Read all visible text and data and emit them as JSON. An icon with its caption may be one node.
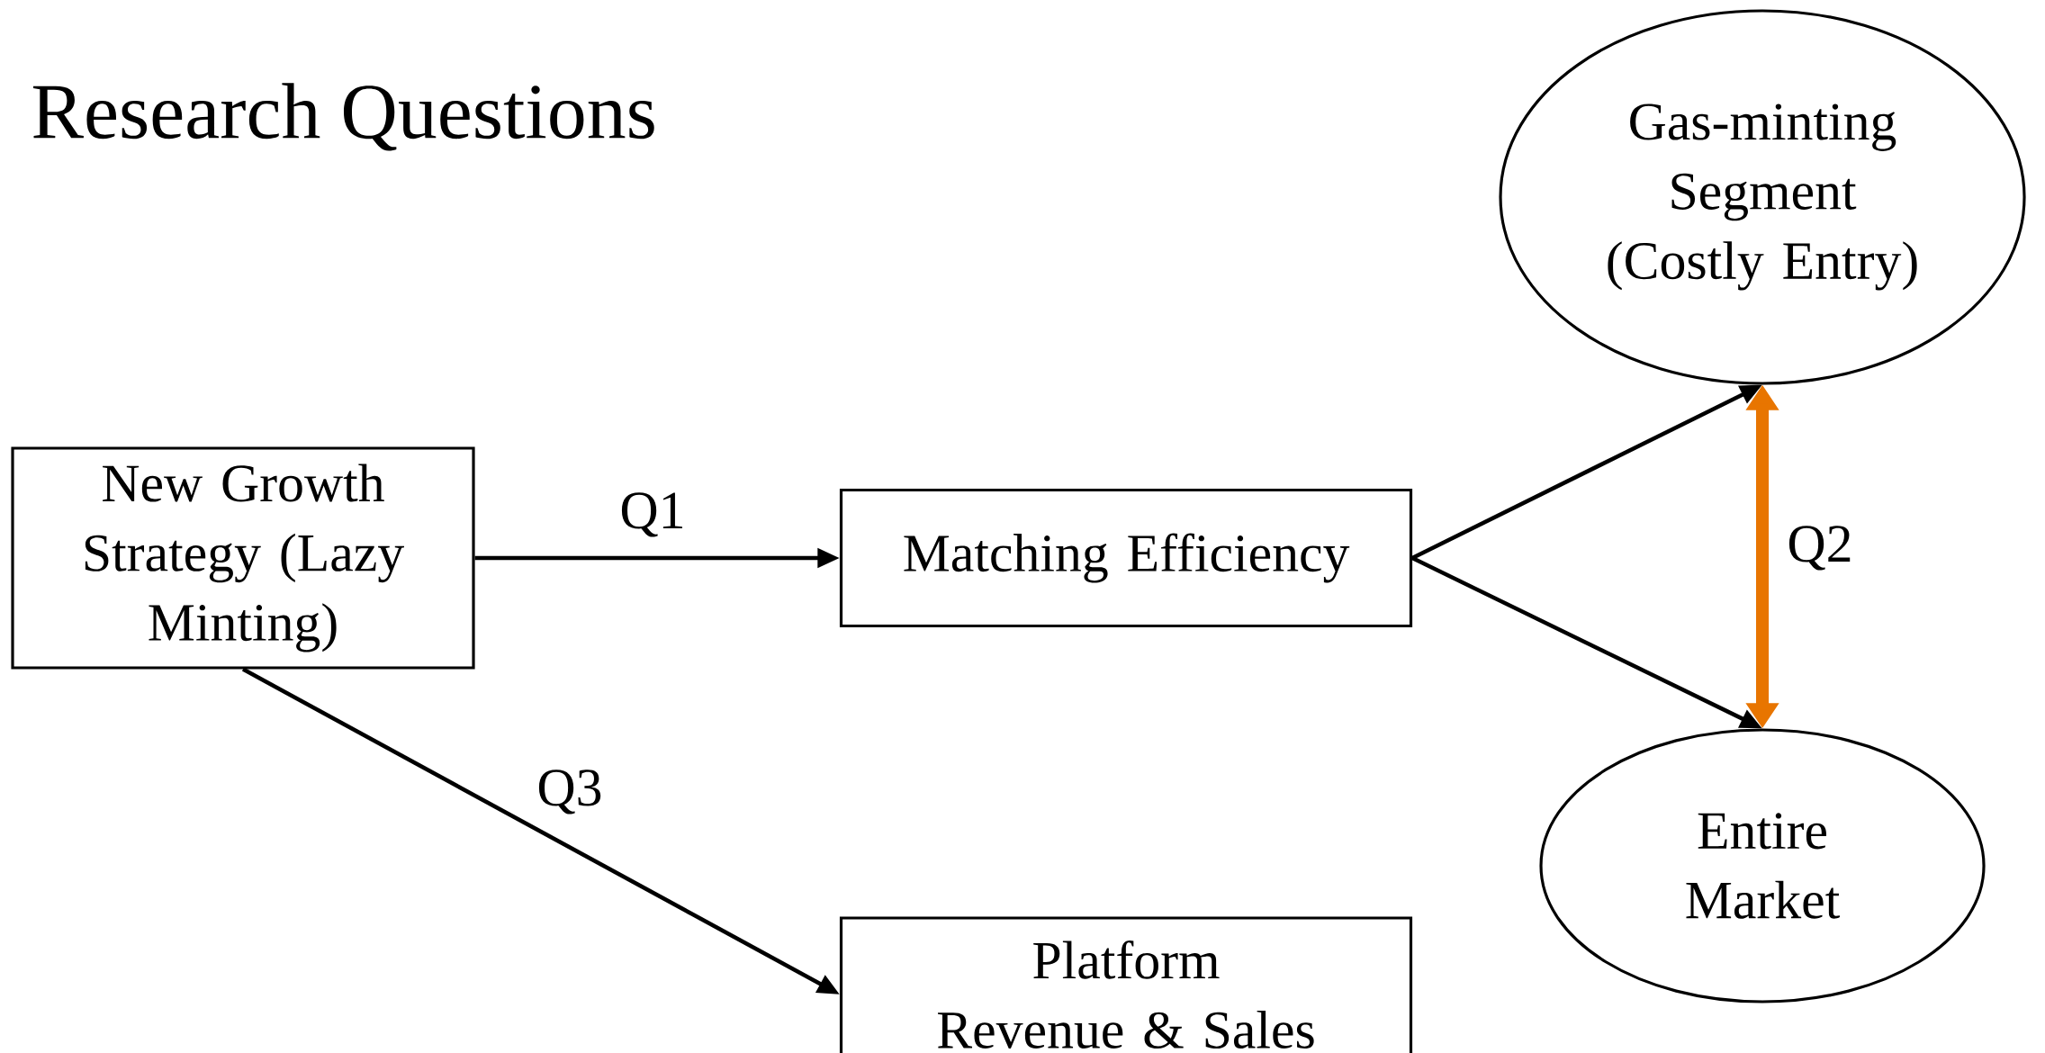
{
  "diagram": {
    "title": "Research Questions",
    "nodes": [
      {
        "text": [
          "New Growth Strategy (Lazy Minting)"
        ]
      },
      {
        "text": [
          "Matching Efficiency"
        ]
      },
      {
        "text": [
          "Platform Revenue & Sales"
        ]
      },
      {
        "text": [
          "Gas-minting Segment (Costly Entry)"
        ]
      },
      {
        "text": [
          "Entire Market"
        ]
      }
    ],
    "edges": [
      {
        "from": 0,
        "to": 1,
        "arrow": "to",
        "label": "Q1"
      },
      {
        "from": 1,
        "to": 3,
        "arrow": "to"
      },
      {
        "from": 1,
        "to": 4,
        "arrow": "to"
      },
      {
        "from": 3,
        "to": 4,
        "arrow": "both",
        "label": "Q2",
        "style": "thick",
        "color": "#e87500"
      },
      {
        "from": 0,
        "to": 2,
        "arrow": "to",
        "label": "Q3"
      }
    ]
  }
}
